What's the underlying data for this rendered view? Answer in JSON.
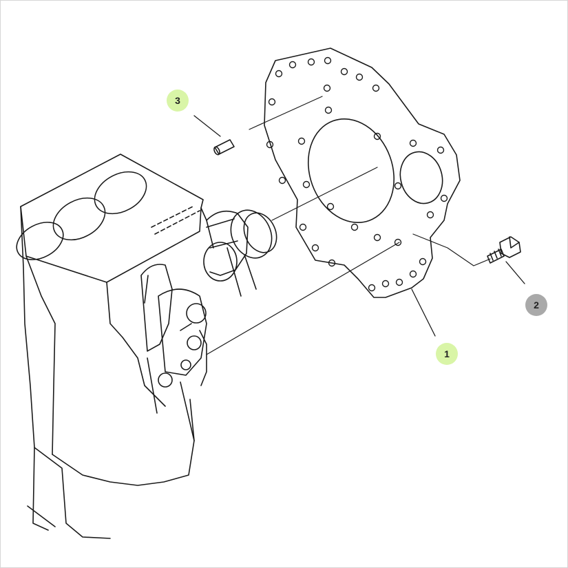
{
  "callouts": [
    {
      "label": "3",
      "color": "#d9f5a7",
      "state": "highlighted"
    },
    {
      "label": "2",
      "color": "#a9a9a9",
      "state": "inactive"
    },
    {
      "label": "1",
      "color": "#d9f5a7",
      "state": "highlighted"
    }
  ],
  "colors": {
    "line": "#1a1a1a",
    "background": "#ffffff",
    "frame": "#d6d6d6"
  }
}
